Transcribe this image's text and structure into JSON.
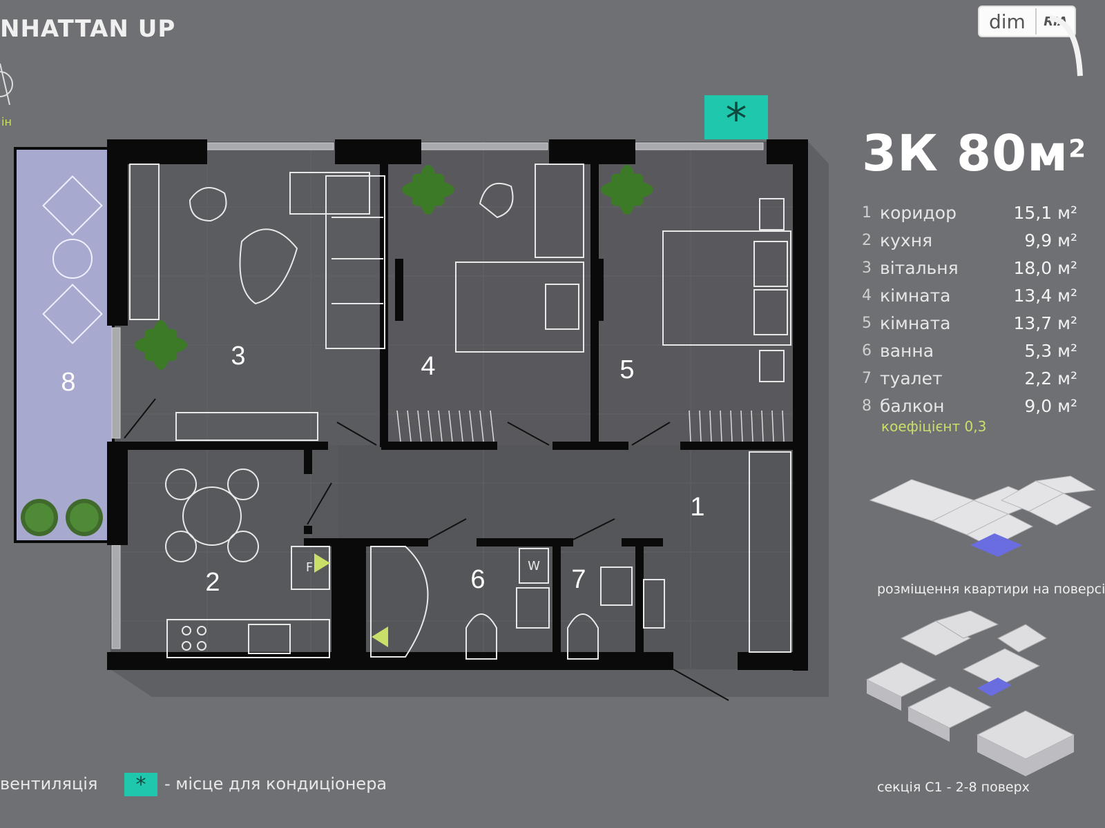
{
  "brand": {
    "name": "NHATTAN UP"
  },
  "watermark": {
    "part1": "dim",
    "part2": "RIA"
  },
  "summary": {
    "title": "3К 80м",
    "sup": "2"
  },
  "rooms": [
    {
      "num": "1",
      "name": "коридор",
      "area": "15,1 м²"
    },
    {
      "num": "2",
      "name": "кухня",
      "area": "9,9 м²"
    },
    {
      "num": "3",
      "name": "вітальня",
      "area": "18,0 м²"
    },
    {
      "num": "4",
      "name": "кімната",
      "area": "13,4 м²"
    },
    {
      "num": "5",
      "name": "кімната",
      "area": "13,7 м²"
    },
    {
      "num": "6",
      "name": "ванна",
      "area": "5,3 м²"
    },
    {
      "num": "7",
      "name": "туалет",
      "area": "2,2 м²"
    },
    {
      "num": "8",
      "name": "балкон",
      "area": "9,0 м²"
    }
  ],
  "coefficient": "коефіцієнт 0,3",
  "placement_caption": "розміщення квартири на поверсі",
  "section_caption": "секція С1 - 2-8 поверх",
  "legend": {
    "ventilation": "вентиляція",
    "ac_symbol": "*",
    "ac_text": "- місце для кондиціонера"
  },
  "plan_labels": {
    "r1": "1",
    "r2": "2",
    "r3": "3",
    "r4": "4",
    "r5": "5",
    "r6": "6",
    "r7": "7",
    "r8": "8",
    "fridge": "F",
    "washer": "W"
  },
  "colors": {
    "accent_teal": "#1fc7ad",
    "accent_lime": "#c8e06a",
    "balcony": "#a8a9cf",
    "highlight": "#6a6de0",
    "wall": "#0a0a0a"
  }
}
